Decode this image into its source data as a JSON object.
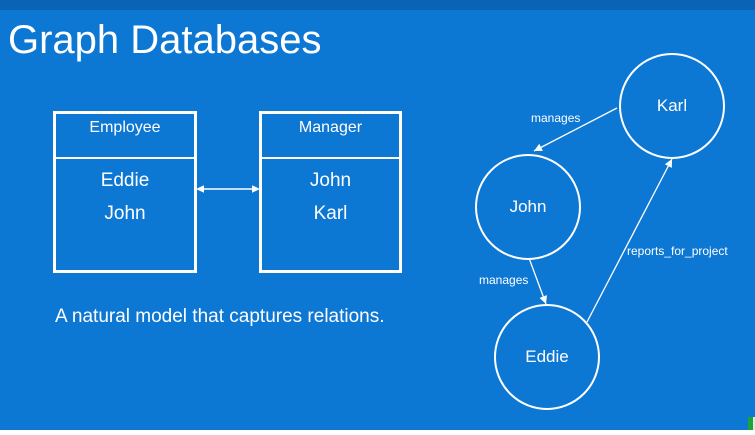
{
  "slide": {
    "title": "Graph Databases",
    "caption": "A natural model that captures relations."
  },
  "tables": [
    {
      "name": "Employee",
      "rows": [
        "Eddie",
        "John"
      ]
    },
    {
      "name": "Manager",
      "rows": [
        "John",
        "Karl"
      ]
    }
  ],
  "graph": {
    "nodes": [
      {
        "label": "Karl"
      },
      {
        "label": "John"
      },
      {
        "label": "Eddie"
      }
    ],
    "edges": [
      {
        "from": "Karl",
        "to": "John",
        "label": "manages"
      },
      {
        "from": "John",
        "to": "Eddie",
        "label": "manages"
      },
      {
        "from": "Eddie",
        "to": "Karl",
        "label": "reports_for_project"
      }
    ]
  },
  "colors": {
    "background": "#0d77d4",
    "top_bar": "#0a63b5",
    "foreground": "#ffffff",
    "taskbar_peek_green": "#1ca43b"
  }
}
